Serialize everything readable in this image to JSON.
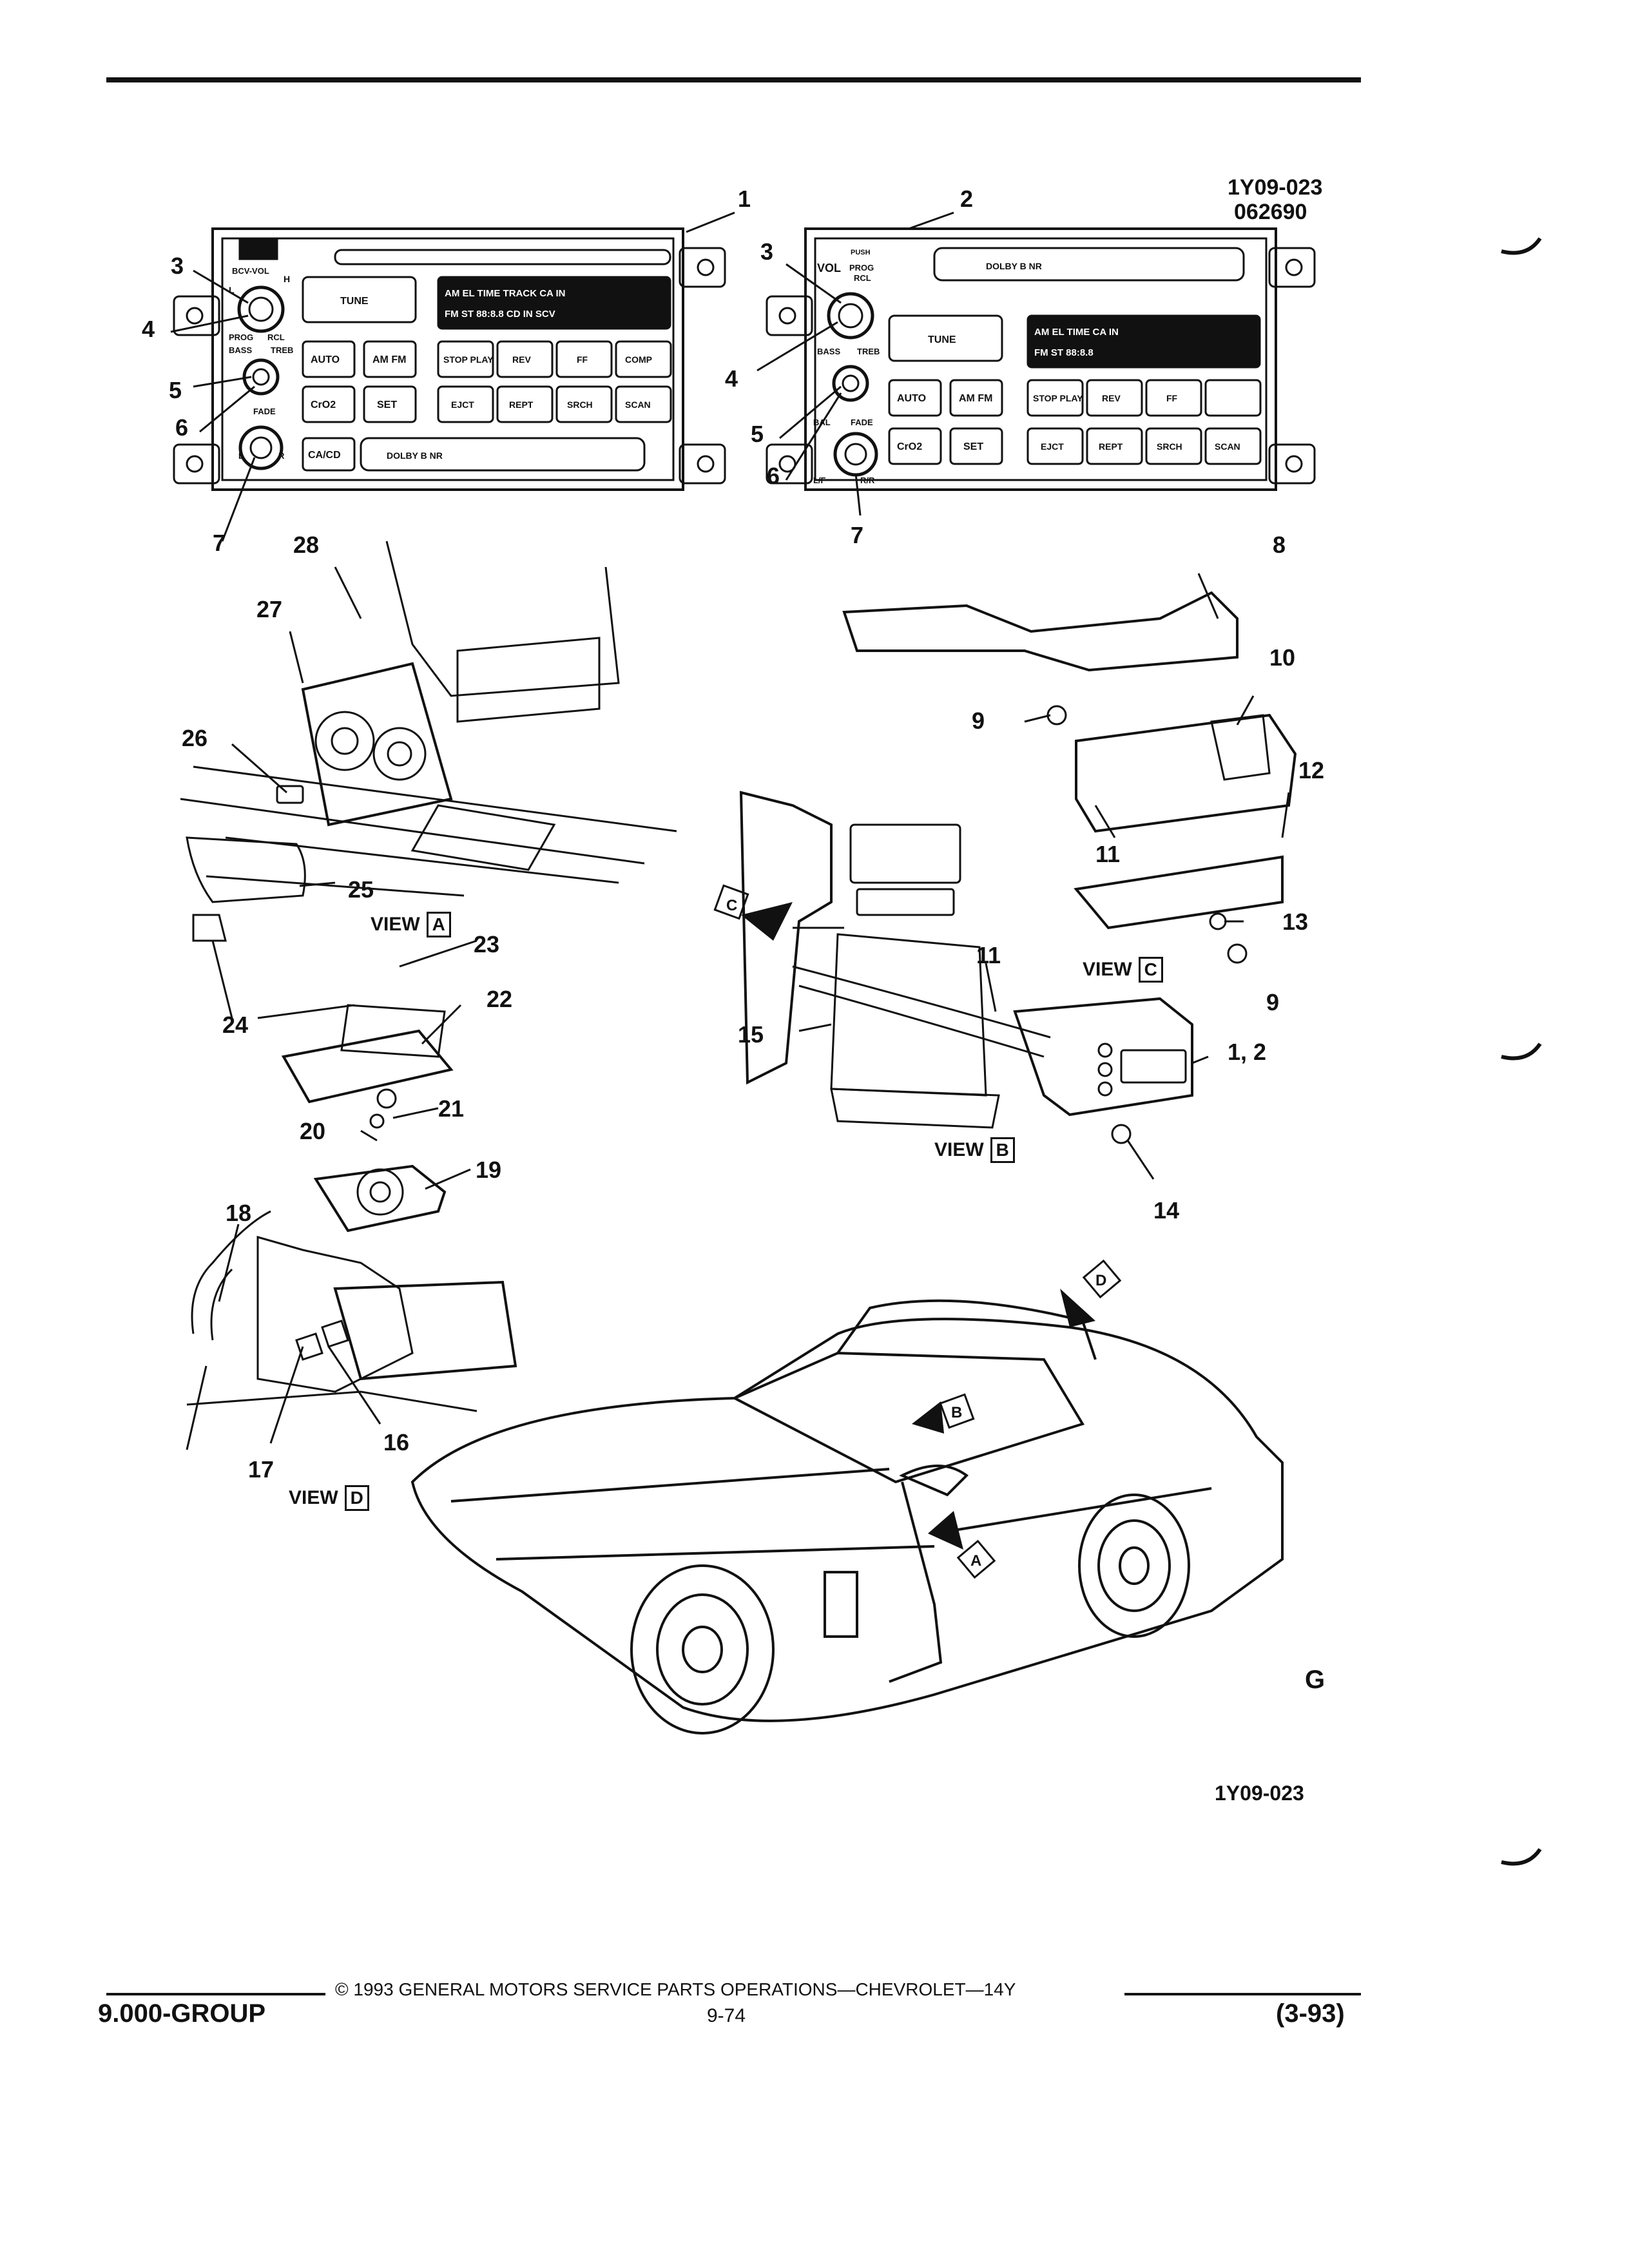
{
  "header": {
    "drawing_code": "1Y09-023",
    "drawing_date": "062690"
  },
  "radio_1": {
    "logo": "disc",
    "knob_top_label": "BCV-VOL",
    "knob_l": "L",
    "knob_h": "H",
    "prog_label": "PROG",
    "rcl_label": "RCL",
    "bass_label": "BASS",
    "treb_label": "TREB",
    "fade_label": "FADE",
    "knob_fade_l": "L",
    "knob_fade_r": "R",
    "display_line1": "AM    EL TIME TRACK    CA IN",
    "display_line2": "FM ST   88:8.8   CD IN  SCV",
    "buttons": [
      "TUNE",
      "AUTO",
      "AM FM",
      "CrO2",
      "SET",
      "CA/CD",
      "STOP PLAY",
      "REV",
      "FF",
      "COMP",
      "EJCT",
      "REPT",
      "SRCH",
      "SCAN"
    ],
    "dolby": "DOLBY B NR"
  },
  "radio_2": {
    "push_label": "PUSH",
    "vol_label": "VOL",
    "prog_label": "PROG",
    "rcl_label": "RCL",
    "bass_label": "BASS",
    "treb_label": "TREB",
    "bal_label": "BAL",
    "fade_label": "FADE",
    "lf_label": "L/F",
    "rr_label": "R/R",
    "display_line1": "AM    EL TIME    CA IN",
    "display_line2": "FM ST   88:8.8",
    "buttons": [
      "TUNE",
      "AUTO",
      "AM FM",
      "CrO2",
      "SET",
      "STOP PLAY",
      "REV",
      "FF",
      "EJCT",
      "REPT",
      "SRCH",
      "SCAN"
    ],
    "dolby": "DOLBY B NR"
  },
  "callouts": {
    "c1": "1",
    "c2": "2",
    "c3a": "3",
    "c3b": "3",
    "c4a": "4",
    "c4b": "4",
    "c5a": "5",
    "c5b": "5",
    "c6a": "6",
    "c6b": "6",
    "c7a": "7",
    "c7b": "7",
    "c8": "8",
    "c9a": "9",
    "c9b": "9",
    "c10": "10",
    "c11a": "11",
    "c11b": "11",
    "c12": "12",
    "c13": "13",
    "c14": "14",
    "c15": "15",
    "c16": "16",
    "c17": "17",
    "c18": "18",
    "c19": "19",
    "c20": "20",
    "c21": "21",
    "c22": "22",
    "c23": "23",
    "c24": "24",
    "c25": "25",
    "c26": "26",
    "c27": "27",
    "c28": "28",
    "c12r": "1, 2"
  },
  "views": {
    "view_word": "VIEW",
    "a": "A",
    "b": "B",
    "c": "C",
    "d": "D"
  },
  "figure_code_bottom": "1Y09-023",
  "logo_mark": "G",
  "footer": {
    "copyright": "© 1993 GENERAL MOTORS SERVICE PARTS OPERATIONS—CHEVROLET—14Y",
    "group": "9.000-GROUP",
    "page": "9-74",
    "revision": "(3-93)"
  }
}
